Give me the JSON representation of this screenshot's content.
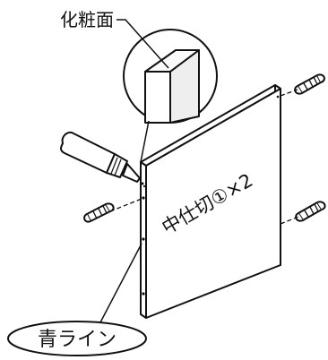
{
  "labels": {
    "surface": "化粧面",
    "part": "中仕切①×2",
    "blue_line": "青ライン"
  },
  "colors": {
    "ink": "#111111",
    "board_front": "#ffffff",
    "board_top": "#ffffff",
    "board_side": "#ffffff",
    "dowel_fill": "#ffffff",
    "shading": "#777777"
  }
}
